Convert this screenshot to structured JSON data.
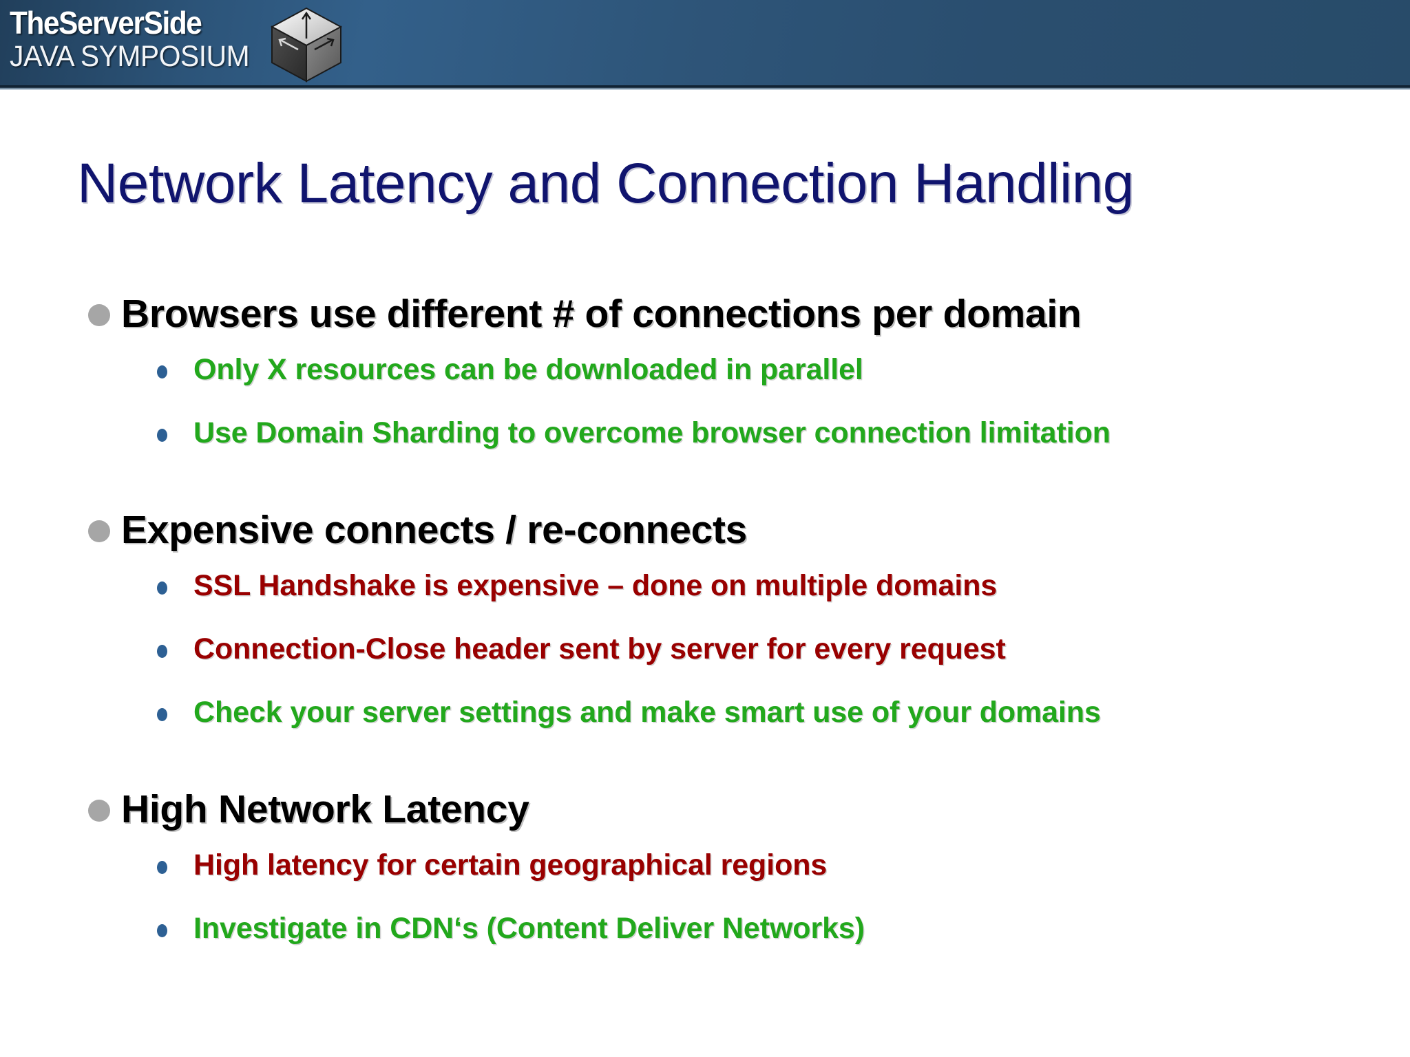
{
  "header": {
    "brand_line1": "TheServerSide",
    "brand_line2": "JAVA SYMPOSIUM",
    "logo_icon": "isometric-cube-icon",
    "gradient_left": "#213f5b",
    "gradient_mid": "#33608a",
    "gradient_right": "#284b69"
  },
  "slide": {
    "title": "Network Latency and Connection Handling",
    "title_color": "#10146e",
    "background_color": "#ffffff",
    "bullet_lvl1_color": "#a6a6a6",
    "bullet_lvl2_color": "#2d6094",
    "text_color_green": "#22a81c",
    "text_color_red": "#990000",
    "text_color_black": "#000000"
  },
  "content": {
    "groups": [
      {
        "heading": "Browsers use different # of connections per domain",
        "items": [
          {
            "text": "Only X resources can be downloaded in parallel",
            "color": "green"
          },
          {
            "text": "Use Domain Sharding to overcome browser connection limitation",
            "color": "green"
          }
        ]
      },
      {
        "heading": "Expensive connects / re-connects",
        "items": [
          {
            "text": "SSL Handshake is expensive – done on multiple domains",
            "color": "red"
          },
          {
            "text": "Connection-Close header sent by server for every request",
            "color": "red"
          },
          {
            "text": "Check your server settings and make smart use of your domains",
            "color": "green"
          }
        ]
      },
      {
        "heading": "High Network Latency",
        "items": [
          {
            "text": "High latency for certain geographical regions",
            "color": "red"
          },
          {
            "text": "Investigate in CDN‘s (Content Deliver Networks)",
            "color": "green"
          }
        ]
      }
    ]
  }
}
